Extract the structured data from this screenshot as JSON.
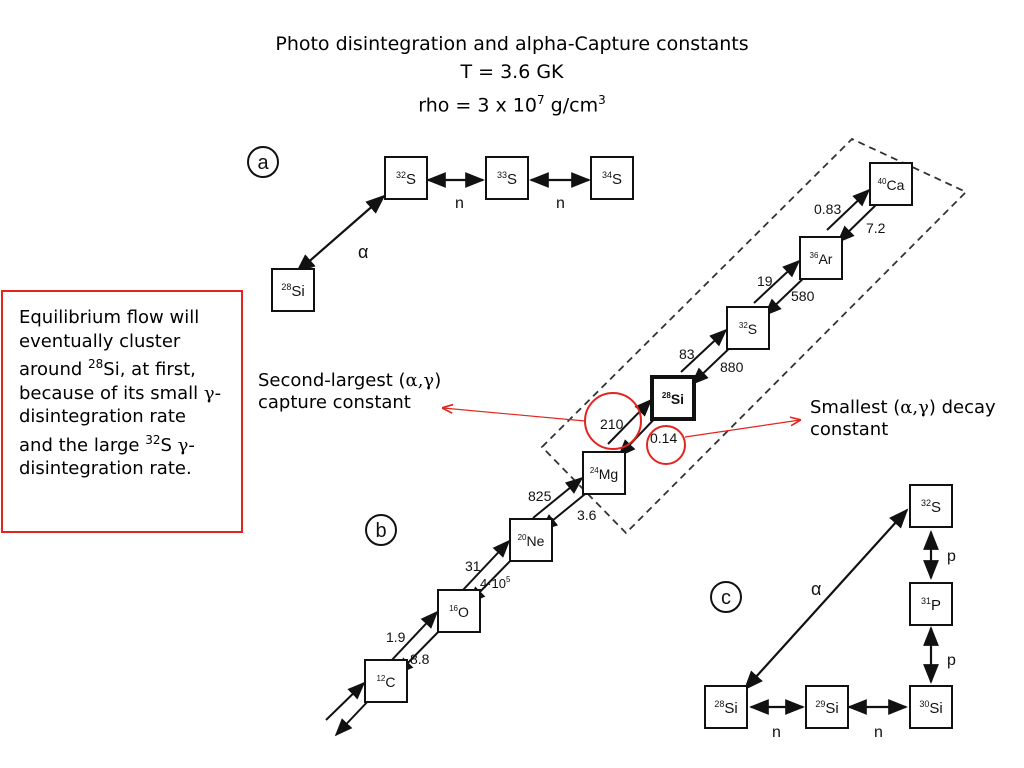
{
  "header": {
    "line1": "Photo disintegration and alpha-Capture constants",
    "line2": "T = 3.6 GK",
    "line3_pre": "rho = 3 x 10",
    "line3_sup": "7",
    "line3_mid": " g/cm",
    "line3_sup2": "3"
  },
  "panel_a": {
    "label": "a",
    "nuclides": [
      {
        "mass": "32",
        "symbol": "S"
      },
      {
        "mass": "33",
        "symbol": "S"
      },
      {
        "mass": "34",
        "symbol": "S"
      },
      {
        "mass": "28",
        "symbol": "Si"
      }
    ],
    "arrow_labels": {
      "alpha": "α",
      "n1": "n",
      "n2": "n"
    }
  },
  "panel_b": {
    "label": "b",
    "nuclides": [
      {
        "mass": "12",
        "symbol": "C"
      },
      {
        "mass": "16",
        "symbol": "O"
      },
      {
        "mass": "20",
        "symbol": "Ne"
      },
      {
        "mass": "24",
        "symbol": "Mg"
      },
      {
        "mass": "28",
        "symbol": "Si"
      },
      {
        "mass": "32",
        "symbol": "S"
      },
      {
        "mass": "36",
        "symbol": "Ar"
      },
      {
        "mass": "40",
        "symbol": "Ca"
      }
    ],
    "capture_constants": [
      "1.9",
      "31",
      "825",
      "210",
      "83",
      "19",
      "0.83"
    ],
    "decay_constants": [
      "8.8",
      "4·10",
      "3.6",
      "0.14",
      "880",
      "580",
      "7.2"
    ],
    "decay_exponent": "5"
  },
  "panel_c": {
    "label": "c",
    "nuclides": [
      {
        "mass": "32",
        "symbol": "S"
      },
      {
        "mass": "31",
        "symbol": "P"
      },
      {
        "mass": "30",
        "symbol": "Si"
      },
      {
        "mass": "29",
        "symbol": "Si"
      },
      {
        "mass": "28",
        "symbol": "Si"
      }
    ],
    "arrow_labels": {
      "alpha": "α",
      "p1": "p",
      "p2": "p",
      "n1": "n",
      "n2": "n"
    }
  },
  "callouts": {
    "second_largest": {
      "line1_pre": "Second-largest (",
      "greek": "α,γ",
      "line1_post": ")",
      "line2": "capture constant"
    },
    "smallest": {
      "line1_pre": "Smallest (",
      "greek": "α,γ",
      "line1_post": ") decay",
      "line2": "constant"
    }
  },
  "note": {
    "l1": "Equilibrium flow will",
    "l2": "eventually cluster",
    "l3_pre": "around ",
    "l3_sup": "28",
    "l3_post": "Si, at first,",
    "l4_pre": "because of its small ",
    "l4_greek": "γ",
    "l4_post": "-",
    "l5": "disintegration rate",
    "l6_pre": "and the large ",
    "l6_sup": "32",
    "l6_mid": "S ",
    "l6_greek": "γ",
    "l6_post": "-",
    "l7": "disintegration rate."
  },
  "colors": {
    "highlight": "#e3241f",
    "ink": "#111111"
  }
}
